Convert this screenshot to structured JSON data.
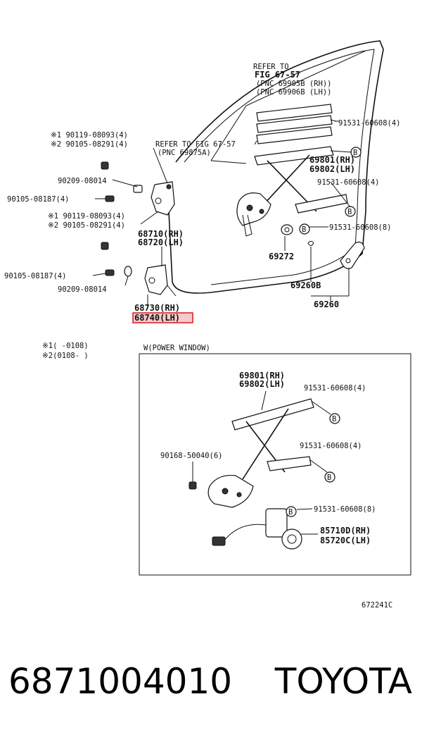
{
  "diagram": {
    "refer_top": [
      "REFER TO",
      "FIG 67-57",
      "(PNC 69905B (RH))",
      "(PNC 69906B (LH))"
    ],
    "refer_mid": [
      "REFER TO FIG 67-57",
      "(PNC 69875A)"
    ],
    "labels": {
      "n1a": "※1 90119-08093(4)",
      "n1b": "※2 90105-08291(4)",
      "n2": "90209-08014",
      "n3": "90105-08187(4)",
      "n4a": "※1 90119-08093(4)",
      "n4b": "※2 90105-08291(4)",
      "n5a": "68710(RH)",
      "n5b": "68720(LH)",
      "n6": "90105-08187(4)",
      "n7": "90209-08014",
      "n8a": "68730(RH)",
      "n8b": "68740(LH)",
      "n9": "91531-60608(4)",
      "n10a": "69801(RH)",
      "n10b": "69802(LH)",
      "n11": "91531-60608(4)",
      "n12": "91531-60608(8)",
      "n13": "69272",
      "n14": "69260B",
      "n15": "69260"
    },
    "notes": [
      "※1(      -0108)",
      "※2(0108-      )"
    ],
    "power_window": {
      "title": "W(POWER WINDOW)",
      "labels": {
        "p1a": "69801(RH)",
        "p1b": "69802(LH)",
        "p2": "91531-60608(4)",
        "p3": "91531-60608(4)",
        "p4": "90168-50040(6)",
        "p5": "91531-60608(8)",
        "p6a": "85710D(RH)",
        "p6b": "85720C(LH)"
      },
      "marker": "B"
    },
    "figure_id": "672241C",
    "highlight_color": "#d9262b"
  },
  "footer": {
    "part_number": "6871004010",
    "brand": "TOYOTA"
  }
}
